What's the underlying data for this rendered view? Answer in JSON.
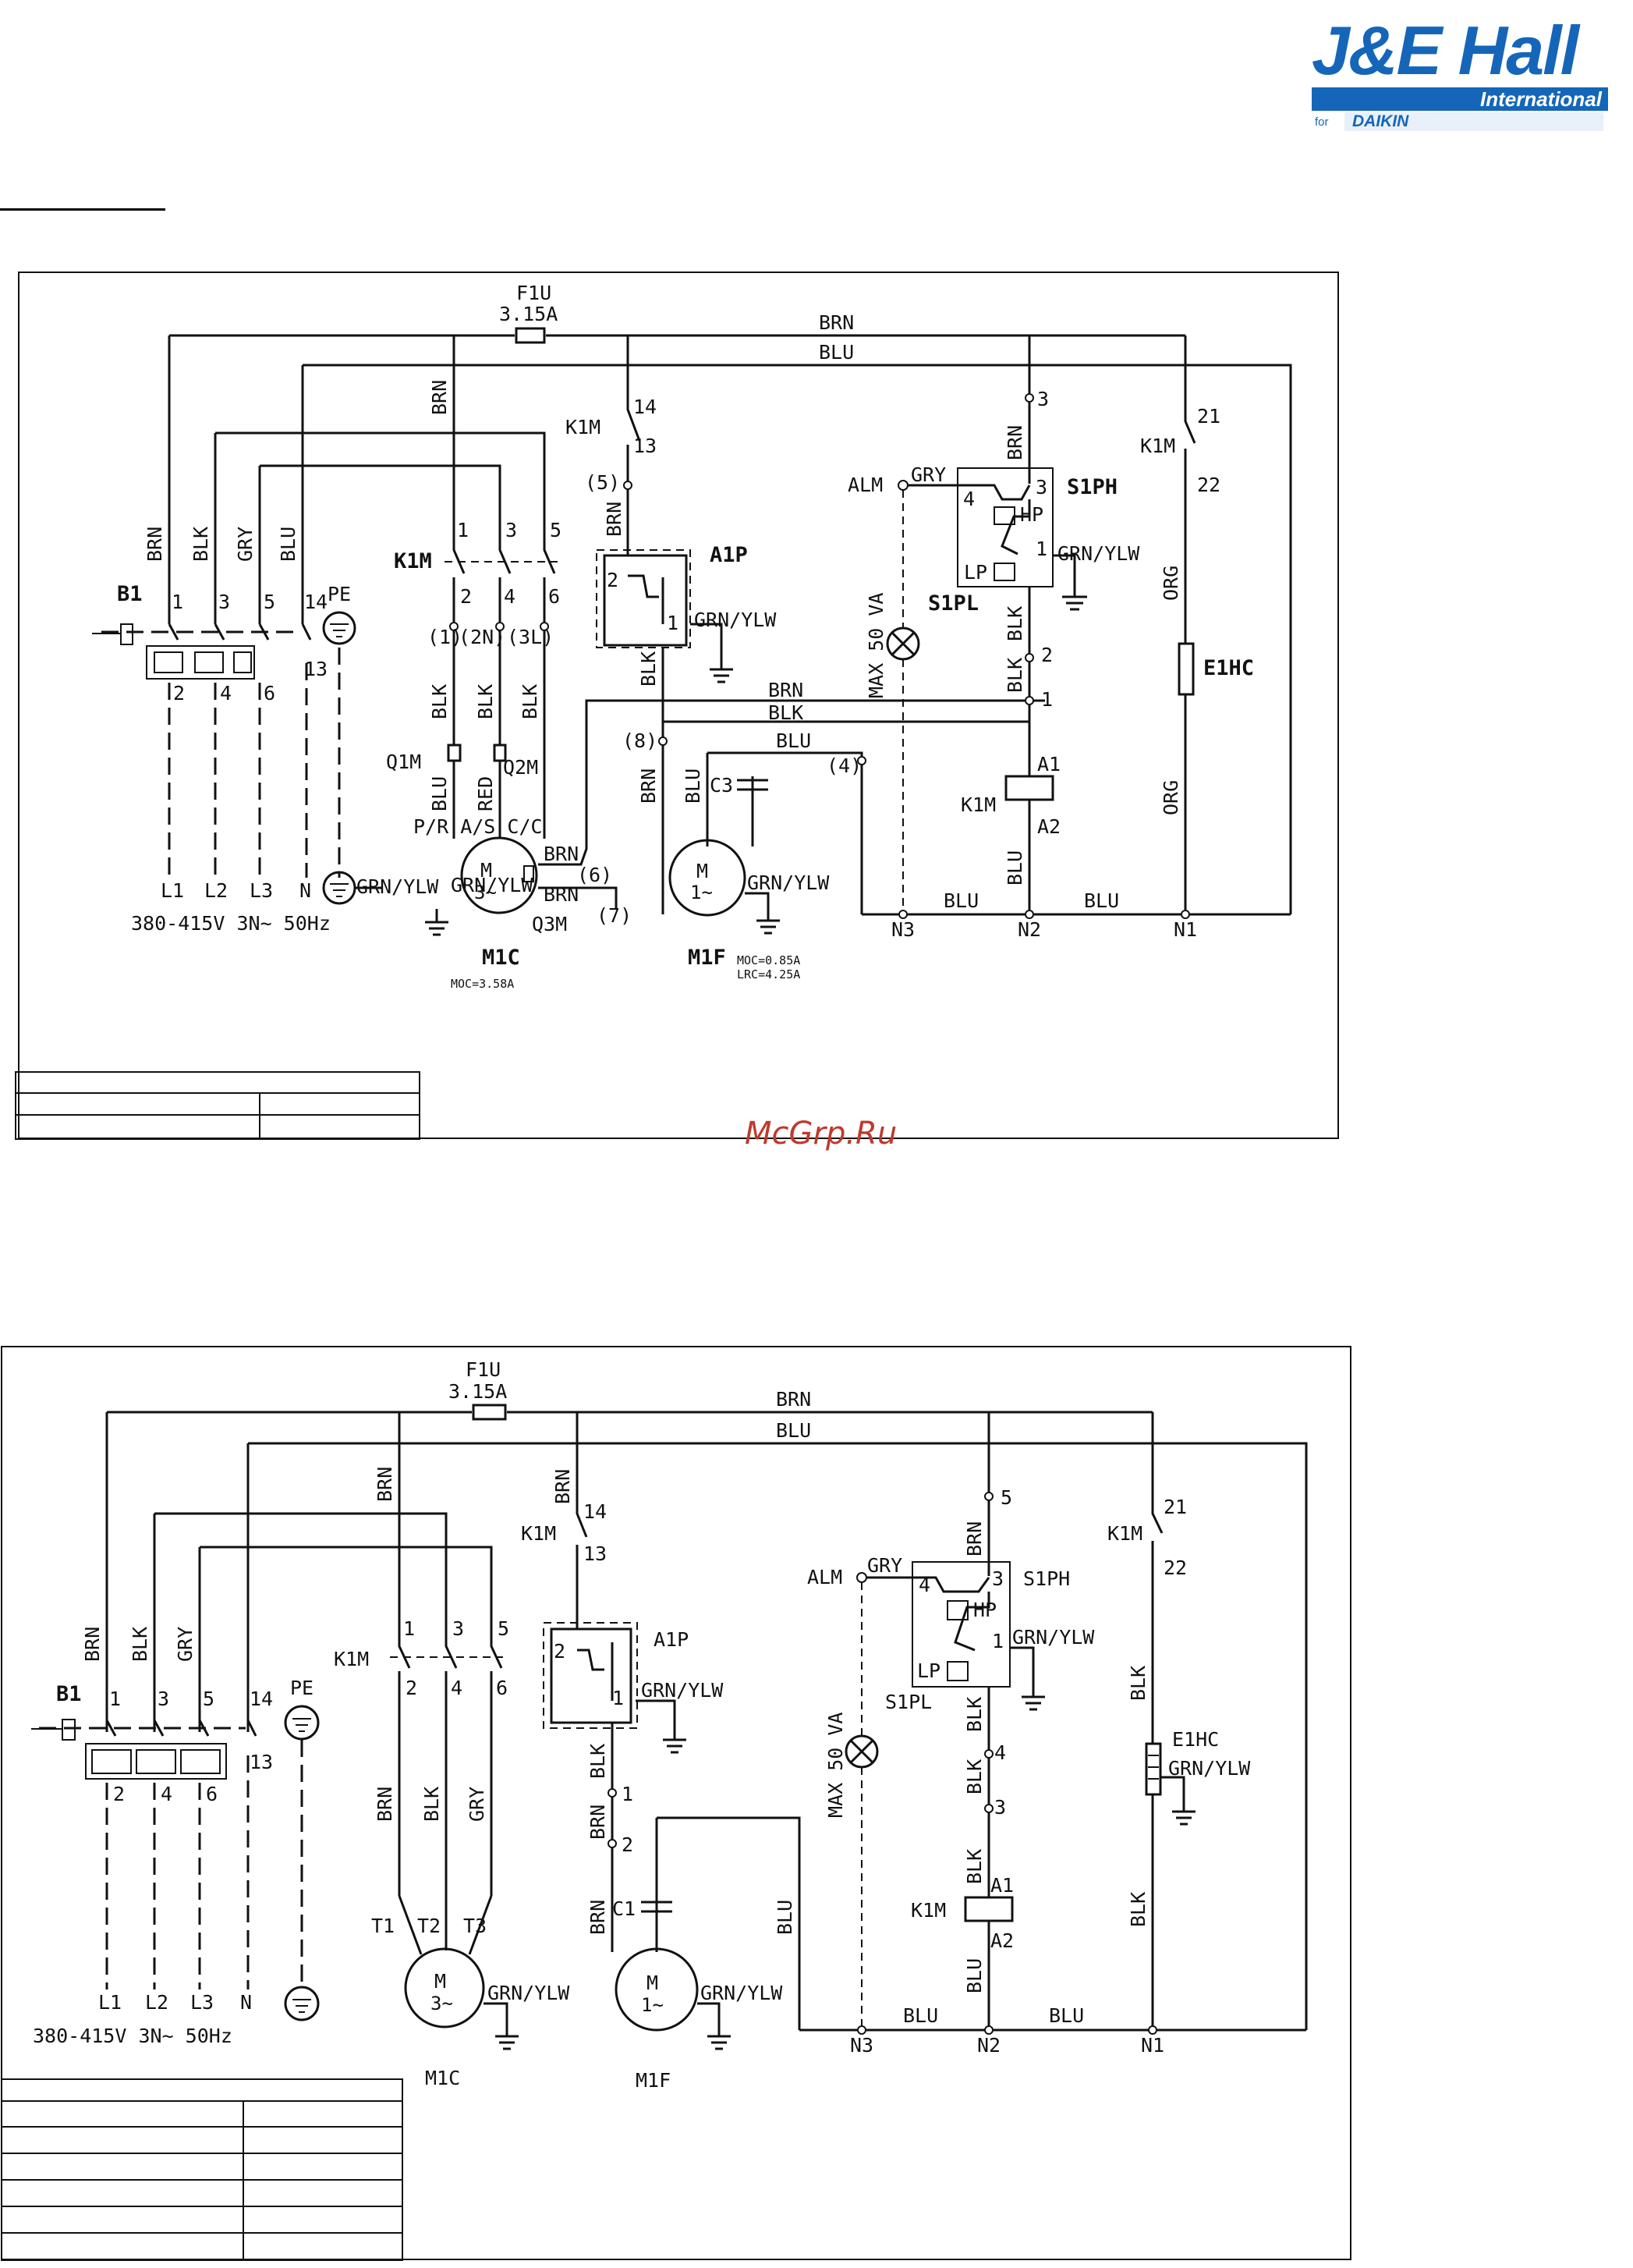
{
  "logo": {
    "brand": "J&E Hall",
    "sub": "International",
    "for": "for",
    "partner": "DAIKIN"
  },
  "watermark": "McGrp.Ru",
  "colors": {
    "wire": "#111111",
    "brand": "#1566b8",
    "watermark": "#c0392b"
  },
  "diagram1": {
    "fuse": "F1U",
    "fuse_rating": "3.15A",
    "wire_brn": "BRN",
    "wire_blu": "BLU",
    "wire_blk": "BLK",
    "wire_gry": "GRY",
    "wire_org": "ORG",
    "wire_red": "RED",
    "earth": "GRN/YLW",
    "isolator": "B1",
    "pe": "PE",
    "contactor": "K1M",
    "supply_lines": [
      "L1",
      "L2",
      "L3",
      "N"
    ],
    "supply": "380-415V  3N~  50Hz",
    "terminals_top": [
      "1",
      "3",
      "5",
      "14"
    ],
    "terminals_bottom": [
      "2",
      "4",
      "6",
      "13"
    ],
    "motor_terms": [
      "(1)",
      "(2N)",
      "(3L)"
    ],
    "q1": "Q1M",
    "q2": "Q2M",
    "q3": "Q3M",
    "pasc": "P/R A/S C/C",
    "compressor": "M1C",
    "compressor_current": "MOC=3.58A",
    "fan": "M1F",
    "fan_moc": "MOC=0.85A",
    "fan_lrc": "LRC=4.25A",
    "heater": "E1HC",
    "protector": "A1P",
    "pressure_switch": "S1PH",
    "lamp_label": "S1PL",
    "alarm": "ALM",
    "lamp": "MAX 50 VA",
    "capacitor": "C3",
    "hp": "HP",
    "lp": "LP",
    "neutrals": [
      "N3",
      "N2",
      "N1"
    ],
    "nodes": [
      "(5)",
      "(8)",
      "(4)",
      "(6)",
      "(7)",
      "14",
      "13",
      "3",
      "2",
      "1",
      "21",
      "22",
      "A1",
      "A2",
      "4"
    ]
  },
  "diagram2": {
    "fuse": "F1U",
    "fuse_rating": "3.15A",
    "isolator": "B1",
    "pe": "PE",
    "contactor": "K1M",
    "supply_lines": [
      "L1",
      "L2",
      "L3",
      "N"
    ],
    "supply": "380-415V  3N~  50Hz",
    "motor_terms": [
      "T1",
      "T2",
      "T3"
    ],
    "compressor": "M1C",
    "fan": "M1F",
    "capacitor": "C1",
    "heater": "E1HC",
    "protector": "A1P",
    "pressure_switch": "S1PH",
    "lamp_label": "S1PL",
    "alarm": "ALM",
    "lamp": "MAX 50 VA",
    "hp": "HP",
    "lp": "LP",
    "neutrals": [
      "N3",
      "N2",
      "N1"
    ],
    "nodes": [
      "5",
      "14",
      "13",
      "21",
      "22",
      "4",
      "3",
      "1",
      "A1",
      "A2",
      "1",
      "2"
    ]
  }
}
